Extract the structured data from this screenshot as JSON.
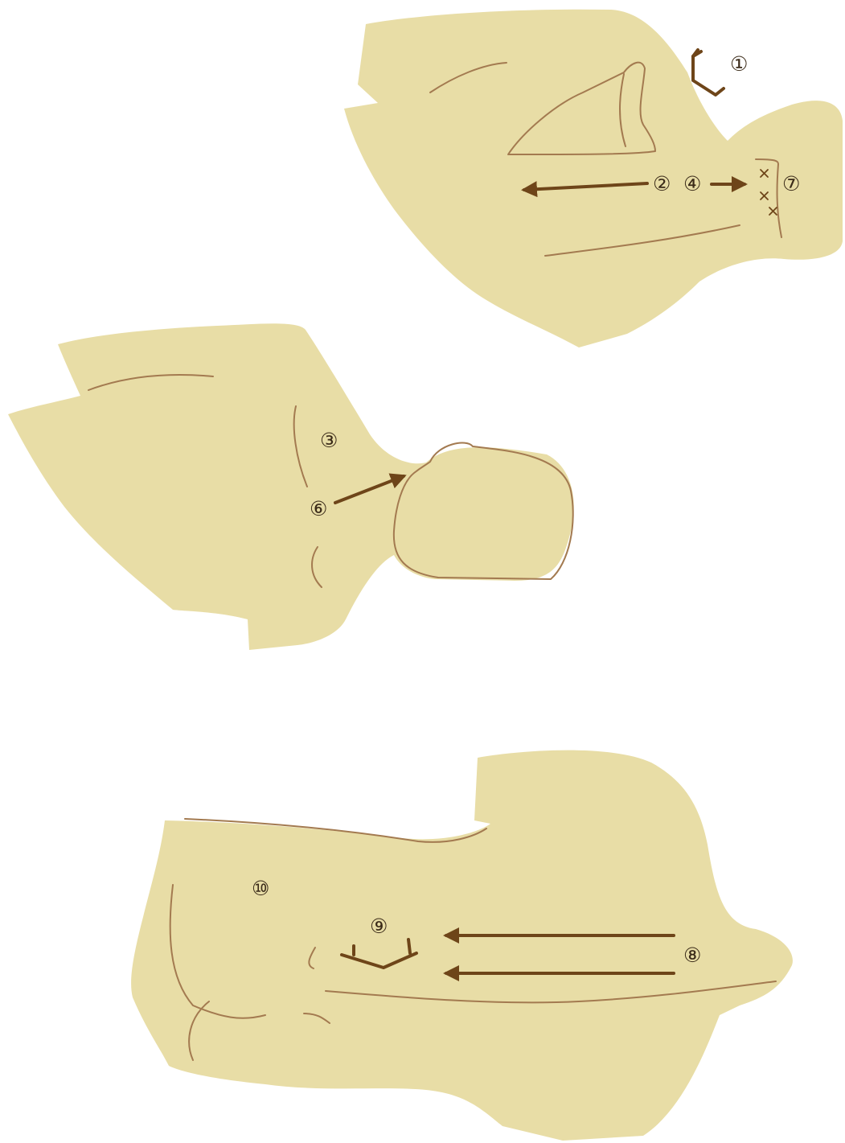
{
  "colors": {
    "skin": "#e8dda6",
    "outline": "#a37a50",
    "marker": "#6e4519",
    "background": "#ffffff"
  },
  "figures": {
    "top": {
      "labels": {
        "l1": "①",
        "l2": "②",
        "l4": "④",
        "l7": "⑦"
      }
    },
    "middle": {
      "labels": {
        "l3": "③",
        "l6": "⑥"
      }
    },
    "bottom": {
      "labels": {
        "l8": "⑧",
        "l9": "⑨",
        "l10": "⑩"
      }
    }
  }
}
